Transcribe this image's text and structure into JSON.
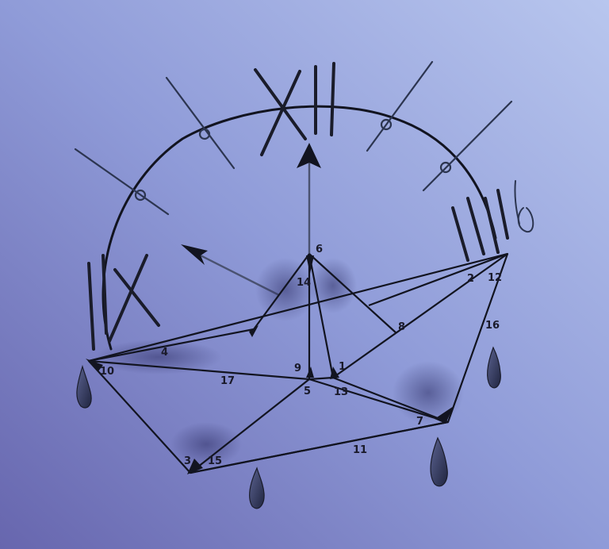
{
  "artwork": {
    "subject": "hand-drawn paper boat over a clock face",
    "colors": {
      "background_top_right": "#b6c4ec",
      "background_bottom_left": "#6c6ab0",
      "ink": "#121420",
      "drop": "#2c3050",
      "shade": "#3c3e78"
    },
    "numerals": {
      "xii": "XII",
      "ix": "IX"
    },
    "number_labels": {
      "n1": "1",
      "n2": "2",
      "n3": "3",
      "n4": "4",
      "n5": "5",
      "n6": "6",
      "n7": "7",
      "n8": "8",
      "n9": "9",
      "n10": "10",
      "n11": "11",
      "n12": "12",
      "n13": "13",
      "n14": "14",
      "n15": "15",
      "n16": "16",
      "n17": "17"
    }
  }
}
